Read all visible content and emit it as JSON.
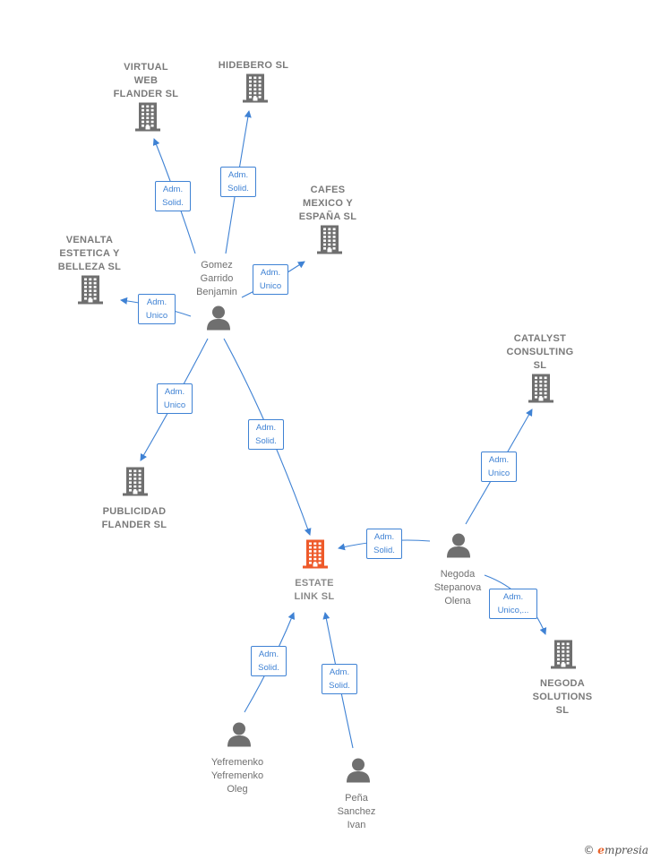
{
  "colors": {
    "edge": "#3f82d4",
    "icon_gray": "#6f6f6f",
    "icon_focus": "#ee5a2a"
  },
  "nodes": [
    {
      "id": "virtual",
      "type": "company",
      "label": "VIRTUAL\nWEB\nFLANDER  SL"
    },
    {
      "id": "hidebero",
      "type": "company",
      "label": "HIDEBERO  SL"
    },
    {
      "id": "cafes",
      "type": "company",
      "label": "CAFES\nMEXICO Y\nESPAÑA  SL"
    },
    {
      "id": "venalta",
      "type": "company",
      "label": "VENALTA\nESTETICA Y\nBELLEZA  SL"
    },
    {
      "id": "gomez",
      "type": "person",
      "label": "Gomez\nGarrido\nBenjamin"
    },
    {
      "id": "catalyst",
      "type": "company",
      "label": "CATALYST\nCONSULTING\nSL"
    },
    {
      "id": "publicidad",
      "type": "company",
      "label": "PUBLICIDAD\nFLANDER  SL"
    },
    {
      "id": "estate",
      "type": "company",
      "focus": true,
      "label": "ESTATE\nLINK  SL"
    },
    {
      "id": "negoda",
      "type": "person",
      "label": "Negoda\nStepanova\nOlena"
    },
    {
      "id": "negoda_sol",
      "type": "company",
      "label": "NEGODA\nSOLUTIONS\nSL"
    },
    {
      "id": "yefremenko",
      "type": "person",
      "label": "Yefremenko\nYefremenko\nOleg"
    },
    {
      "id": "pena",
      "type": "person",
      "label": "Peña\nSanchez\nIvan"
    }
  ],
  "edges": [
    {
      "id": "gomez-virtual",
      "label": "Adm.\nSolid."
    },
    {
      "id": "gomez-hidebero",
      "label": "Adm.\nSolid."
    },
    {
      "id": "gomez-cafes",
      "label": "Adm.\nUnico"
    },
    {
      "id": "gomez-venalta",
      "label": "Adm.\nUnico"
    },
    {
      "id": "gomez-publicidad",
      "label": "Adm.\nUnico"
    },
    {
      "id": "gomez-estate",
      "label": "Adm.\nSolid."
    },
    {
      "id": "negoda-catalyst",
      "label": "Adm.\nUnico"
    },
    {
      "id": "negoda-estate",
      "label": "Adm.\nSolid."
    },
    {
      "id": "negoda-negodasol",
      "label": "Adm.\nUnico,..."
    },
    {
      "id": "yefremenko-estate",
      "label": "Adm.\nSolid."
    },
    {
      "id": "pena-estate",
      "label": "Adm.\nSolid."
    }
  ],
  "brand": {
    "copyright": "©",
    "name": "mpresia",
    "initial": "e"
  }
}
